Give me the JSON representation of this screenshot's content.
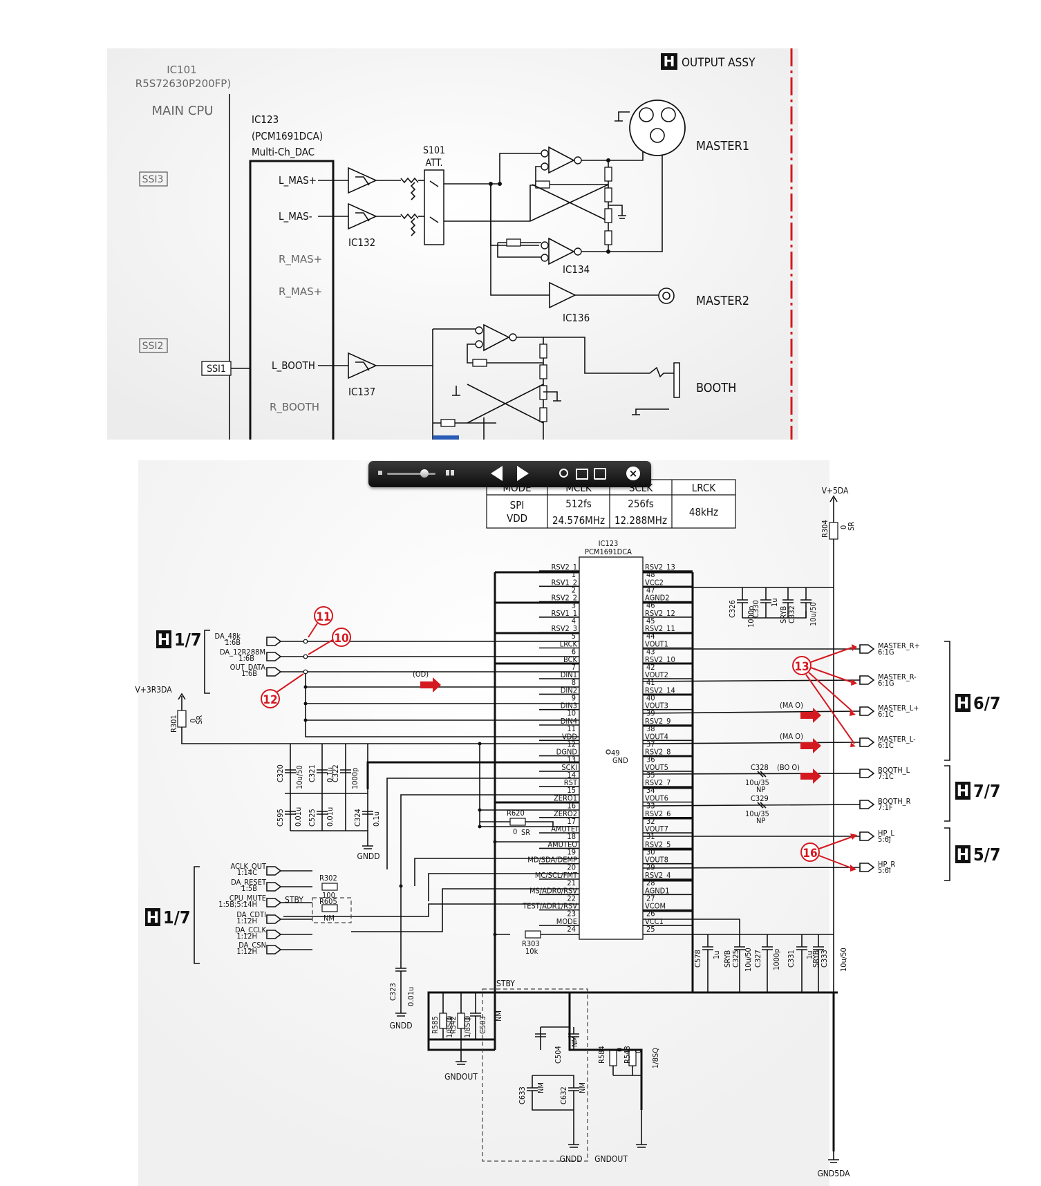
{
  "top": {
    "ic101": "IC101",
    "ic101_part": "R5S72630P200FP)",
    "main_cpu": "MAIN CPU",
    "ssi3": "SSI3",
    "ssi2": "SSI2",
    "ssi1": "SSI1",
    "ic123": "IC123",
    "ic123_part": "(PCM1691DCA)",
    "ic123_desc": "Multi-Ch_DAC",
    "l_mas_p": "L_MAS+",
    "l_mas_m": "L_MAS-",
    "r_mas_p": "R_MAS+",
    "r_mas_p2": "R_MAS+",
    "l_booth": "L_BOOTH",
    "r_booth": "R_BOOTH",
    "ic132": "IC132",
    "ic137": "IC137",
    "s101": "S101",
    "att": "ATT.",
    "ic134": "IC134",
    "ic136": "IC136",
    "h_badge": "H",
    "output_assy": "OUTPUT ASSY",
    "master1": "MASTER1",
    "master2": "MASTER2",
    "booth": "BOOTH"
  },
  "table": {
    "headers": [
      "MODE",
      "MCLK",
      "SCLK",
      "LRCK"
    ],
    "row": {
      "mode": "SPI\nVDD",
      "mode_a": "SPI",
      "mode_b": "VDD",
      "mclk_a": "512fs",
      "mclk_b": "24.576MHz",
      "sclk_a": "256fs",
      "sclk_b": "12.288MHz",
      "lrck": "48kHz"
    }
  },
  "chip": {
    "name": "IC123",
    "part": "PCM1691DCA",
    "left_pins": [
      {
        "name": "RSV2_1",
        "num": "1"
      },
      {
        "name": "RSV1_2",
        "num": "2"
      },
      {
        "name": "RSV2_2",
        "num": "3"
      },
      {
        "name": "RSV1_1",
        "num": "4"
      },
      {
        "name": "RSV2_3",
        "num": "5"
      },
      {
        "name": "LRCK",
        "num": "6"
      },
      {
        "name": "BCK",
        "num": "7"
      },
      {
        "name": "DIN1",
        "num": "8"
      },
      {
        "name": "DIN2",
        "num": "9"
      },
      {
        "name": "DIN3",
        "num": "10"
      },
      {
        "name": "DIN4",
        "num": "11"
      },
      {
        "name": "VDD",
        "num": "12"
      },
      {
        "name": "DGND",
        "num": "13"
      },
      {
        "name": "SCKI",
        "num": "14"
      },
      {
        "name": "RST",
        "num": "15"
      },
      {
        "name": "ZERO1",
        "num": "16"
      },
      {
        "name": "ZERO2",
        "num": "17"
      },
      {
        "name": "AMUTEI",
        "num": "18"
      },
      {
        "name": "AMUTEO",
        "num": "19"
      },
      {
        "name": "MD/SDA/DEMP",
        "num": "20"
      },
      {
        "name": "MC/SCL/FMT",
        "num": "21"
      },
      {
        "name": "MS/ADR0/RSV",
        "num": "22"
      },
      {
        "name": "TEST/ADR1/RSV",
        "num": "23"
      },
      {
        "name": "MODE",
        "num": "24"
      }
    ],
    "right_pins": [
      {
        "name": "RSV2_13",
        "num": "48"
      },
      {
        "name": "VCC2",
        "num": "47"
      },
      {
        "name": "AGND2",
        "num": "46"
      },
      {
        "name": "RSV2_12",
        "num": "45"
      },
      {
        "name": "RSV2_11",
        "num": "44"
      },
      {
        "name": "VOUT1",
        "num": "43"
      },
      {
        "name": "RSV2_10",
        "num": "42"
      },
      {
        "name": "VOUT2",
        "num": "41"
      },
      {
        "name": "RSV2_14",
        "num": "40"
      },
      {
        "name": "VOUT3",
        "num": "39"
      },
      {
        "name": "RSV2_9",
        "num": "38"
      },
      {
        "name": "VOUT4",
        "num": "37"
      },
      {
        "name": "RSV2_8",
        "num": "36"
      },
      {
        "name": "VOUT5",
        "num": "35"
      },
      {
        "name": "RSV2_7",
        "num": "34"
      },
      {
        "name": "VOUT6",
        "num": "33"
      },
      {
        "name": "RSV2_6",
        "num": "32"
      },
      {
        "name": "VOUT7",
        "num": "31"
      },
      {
        "name": "RSV2_5",
        "num": "30"
      },
      {
        "name": "VOUT8",
        "num": "29"
      },
      {
        "name": "RSV2_4",
        "num": "28"
      },
      {
        "name": "AGND1",
        "num": "27"
      },
      {
        "name": "VCOM",
        "num": "26"
      },
      {
        "name": "VCC1",
        "num": "25"
      }
    ],
    "gnd_pin": "49",
    "gnd_label": "GND"
  },
  "left_signals": [
    {
      "name": "DA_48k",
      "ref": "1:6B"
    },
    {
      "name": "DA_12R288M",
      "ref": "1:6B"
    },
    {
      "name": "OUT_DATA",
      "ref": "1:6B"
    }
  ],
  "left_signals2": [
    {
      "name": "ACLK_OUT",
      "ref": "1:14C"
    },
    {
      "name": "DA_RESET",
      "ref": "1:5B"
    },
    {
      "name": "CPU_MUTE",
      "ref": "1:5B;5:14H"
    },
    {
      "name": "DA_CDTI",
      "ref": "1:12H"
    },
    {
      "name": "DA_CCLK",
      "ref": "1:12H"
    },
    {
      "name": "DA_CSN",
      "ref": "1:12H"
    }
  ],
  "right_signals": [
    {
      "name": "MASTER_R+",
      "ref": "6:1G"
    },
    {
      "name": "MASTER_R-",
      "ref": "6:1G"
    },
    {
      "name": "MASTER_L+",
      "ref": "6:1C"
    },
    {
      "name": "MASTER_L-",
      "ref": "6:1C"
    },
    {
      "name": "BOOTH_L",
      "ref": "7:1C"
    },
    {
      "name": "BOOTH_R",
      "ref": "7:1F"
    },
    {
      "name": "HP_L",
      "ref": "5:6J"
    },
    {
      "name": "HP_R",
      "ref": "5:6I"
    }
  ],
  "sheet_refs": {
    "h17a": "1/7",
    "h17b": "1/7",
    "h67": "6/7",
    "h77": "7/7",
    "h57": "5/7"
  },
  "markers": {
    "m10": "10",
    "m11": "11",
    "m12": "12",
    "m13": "13",
    "m16": "16"
  },
  "annotations": {
    "od": "(OD)",
    "mao1": "(MA O)",
    "mao2": "(MA O)",
    "boo": "(BO O)"
  },
  "power": {
    "v3r3da": "V+3R3DA",
    "v5da": "V+5DA",
    "gnd5da": "GND5DA",
    "gndd": "GNDD",
    "gndd2": "GNDD",
    "gndd3": "GNDD",
    "gndout": "GNDOUT",
    "gndout2": "GNDOUT",
    "stby1": "STBY",
    "stby2": "STBY"
  },
  "components": {
    "r301": "R301",
    "r301_v": "0",
    "r301_t": "SR",
    "r304": "R304",
    "r304_v": "0",
    "r304_t": "SR",
    "c320": "C320",
    "c320_v": "10u/50",
    "c321": "C321",
    "c321_v": "0.1u",
    "c322": "C322",
    "c322_v": "1000p",
    "c595": "C595",
    "c595_v": "0.01u",
    "c525": "C525",
    "c525_v": "0.01u",
    "c324": "C324",
    "c324_v": "0.1u",
    "c326": "C326",
    "c326_v": "1000p",
    "c330": "C330",
    "c330_v": "1u",
    "c332": "C332",
    "c332_v": "10u/50",
    "c332_t": "SRYB",
    "r620": "R620",
    "r620_v": "0",
    "r620_t": "SR",
    "r302": "R302",
    "r302_v": "100",
    "r605": "R605",
    "r605_v": "NM",
    "r303": "R303",
    "r303_v": "10k",
    "c328": "C328",
    "c328_v": "10u/35",
    "c328_t": "NP",
    "c329": "C329",
    "c329_v": "10u/35",
    "c329_t": "NP",
    "c578": "C578",
    "c578_v": "1u",
    "c325": "C325",
    "c325_v": "10u/50",
    "c325_t": "SRYB",
    "c327": "C327",
    "c327_v": "1000p",
    "c331": "C331",
    "c331_v": "1u",
    "c333": "C333",
    "c333_v": "10u/50",
    "c333_t": "SRYB",
    "c323": "C323",
    "c323_v": "0.01u",
    "r585": "R585",
    "r585_v": "0",
    "r585_t": "1/8SQ",
    "r542": "R542",
    "r542_v": "0",
    "r542_t": "1/8SQ",
    "c503": "C503",
    "c503_v": "NM",
    "c504": "C504",
    "c504_v": "NM",
    "r584": "R584",
    "r584_v": "0",
    "r584_t": "1/8SQ",
    "r543": "R543",
    "r543_v": "0",
    "r543_t": "1/8SQ",
    "c633": "C633",
    "c633_v": "NM",
    "c632": "C632",
    "c632_v": "NM"
  },
  "viewer": {
    "icons": [
      "slider-track-icon",
      "grid-view-icon",
      "prev-page-icon",
      "next-page-icon",
      "zoom-icon",
      "book-icon",
      "share-icon",
      "close-icon"
    ]
  }
}
